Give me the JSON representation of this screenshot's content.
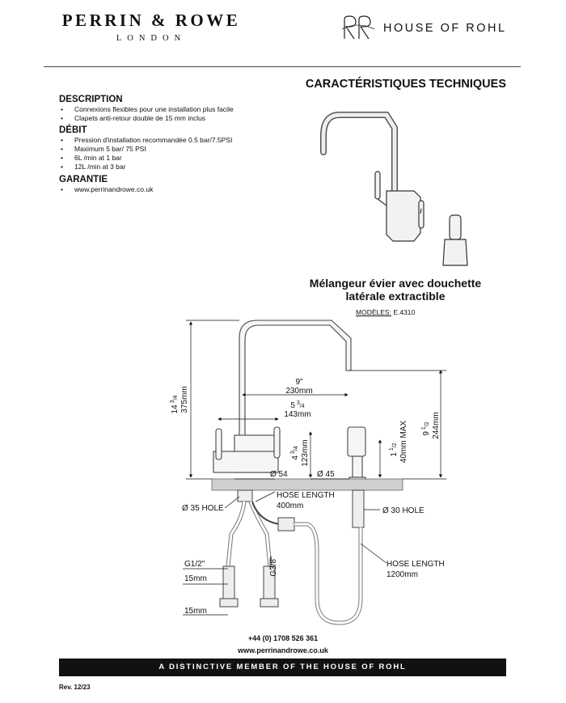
{
  "header": {
    "brand_name": "PERRIN & ROWE",
    "brand_city": "LONDON",
    "partner_name": "HOUSE OF ROHL"
  },
  "spec_title": "CARACTÉRISTIQUES TECHNIQUES",
  "sections": {
    "description": {
      "title": "DESCRIPTION",
      "items": [
        "Connexions flexibles pour une installation plus facile",
        "Clapets anti-retour double de 15 mm inclus"
      ]
    },
    "debit": {
      "title": "DÉBIT",
      "items": [
        "Pression d'installation recommandée 0.5 bar/7.5PSI",
        "Maximum 5 bar/ 75 PSI",
        "6L /min at 1 bar",
        "12L /min at 3 bar"
      ]
    },
    "garantie": {
      "title": "GARANTIE",
      "items": [
        "www.perrinandrowe.co.uk"
      ]
    }
  },
  "product": {
    "title_line1": "Mélangeur évier avec douchette",
    "title_line2": "latérale extractible",
    "models_label": "MODÈLES:",
    "models_value": "E.4310"
  },
  "dimensions": {
    "height_in_whole": "14",
    "height_in_frac_num": "3",
    "height_in_frac_den": "4",
    "height_mm": "375mm",
    "reach_in": "9\"",
    "reach_mm": "230mm",
    "handle_in_whole": "5",
    "handle_in_frac_num": "3",
    "handle_in_frac_den": "4",
    "handle_mm": "143mm",
    "body_in_whole": "4",
    "body_in_frac_num": "3",
    "body_in_frac_den": "4",
    "body_mm": "123mm",
    "max_in_whole": "1",
    "max_in_frac_num": "1",
    "max_in_frac_den": "2",
    "max_mm": "40mm MAX",
    "spout_in_whole": "9",
    "spout_in_frac_num": "1",
    "spout_in_frac_den": "2",
    "spout_mm": "244mm",
    "base_dia": "Ø 54",
    "spray_dia": "Ø 45",
    "hole_35": "Ø 35 HOLE",
    "hole_30": "Ø 30 HOLE",
    "hose1_label": "HOSE LENGTH",
    "hose1_value": "400mm",
    "hose2_label": "HOSE LENGTH",
    "hose2_value": "1200mm",
    "thread_g12": "G1/2\"",
    "thread_g38": "G3/8\"",
    "len_15a": "15mm",
    "len_15b": "15mm"
  },
  "footer": {
    "phone": "+44 (0) 1708 526 361",
    "website": "www.perrinandrowe.co.uk",
    "banner": "A DISTINCTIVE MEMBER OF THE HOUSE OF ROHL",
    "revision": "Rev. 12/23"
  }
}
